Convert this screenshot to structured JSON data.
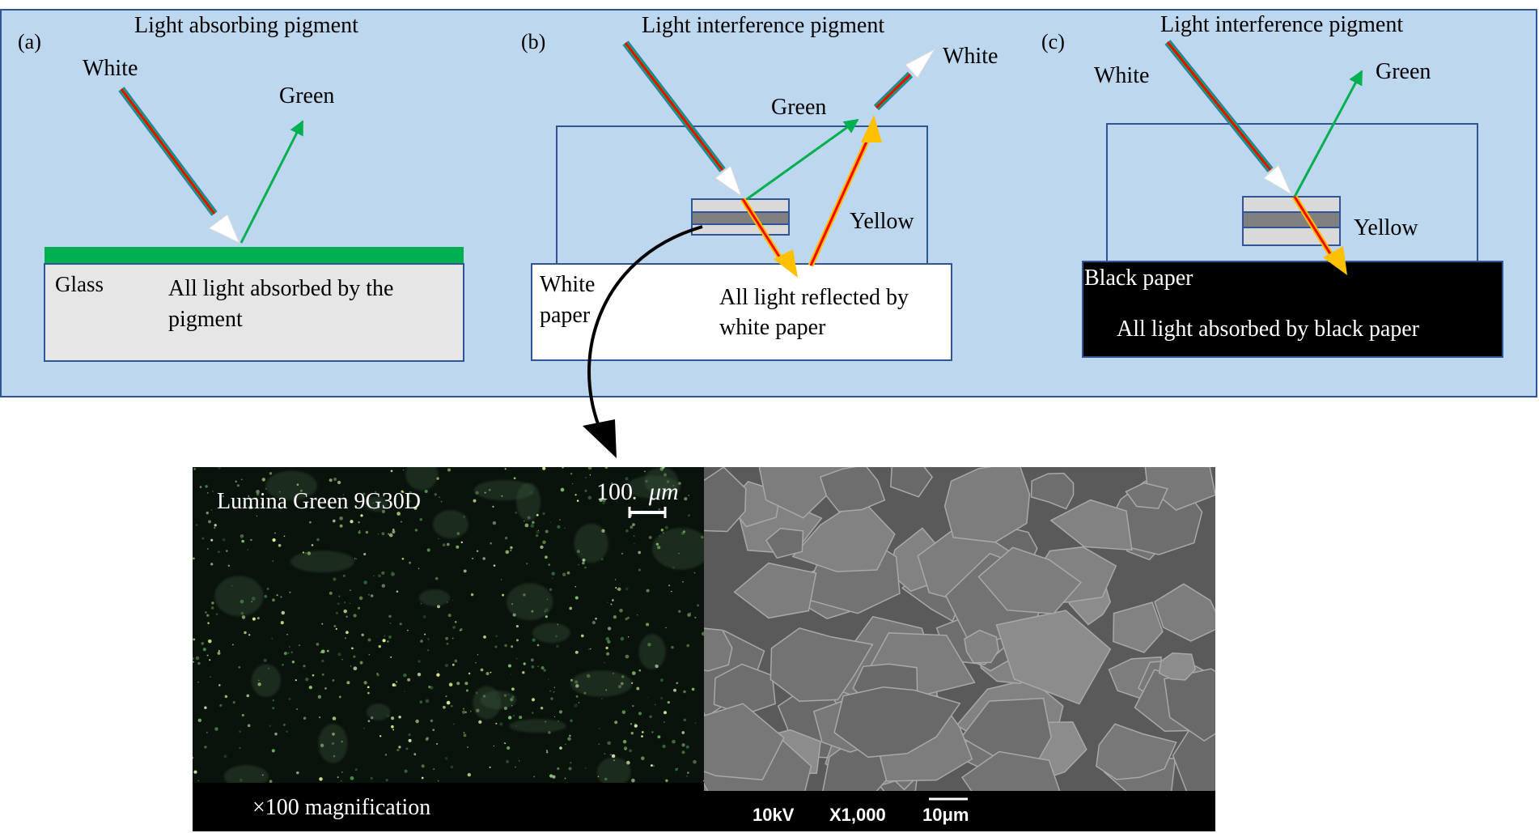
{
  "colors": {
    "panel_bg": "#bdd7ee",
    "panel_border": "#2f5597",
    "green_ray": "#00b050",
    "yellow_ray": "#ffc000",
    "red_ray": "#ff0000",
    "blue_ray": "#2e75b6",
    "glass": "#e7e6e6",
    "pigment_layer": "#00b050",
    "flake_light": "#d9d9d9",
    "flake_dark": "#808080"
  },
  "panel_a": {
    "label": "(a)",
    "title": "Light absorbing pigment",
    "white_label": "White",
    "green_label": "Green",
    "glass_label": "Glass",
    "absorb_text_1": "All light absorbed by the",
    "absorb_text_2": "pigment"
  },
  "panel_b": {
    "label": "(b)",
    "title": "Light interference pigment",
    "white_label": "White",
    "green_label": "Green",
    "yellow_label": "Yellow",
    "paper_label_1": "White",
    "paper_label_2": "paper",
    "reflect_text_1": "All light reflected by",
    "reflect_text_2": "white paper"
  },
  "panel_c": {
    "label": "(c)",
    "title": "Light interference pigment",
    "white_label": "White",
    "green_label": "Green",
    "yellow_label": "Yellow",
    "paper_label": "Black paper",
    "absorb_text": "All light absorbed by black paper"
  },
  "micrograph": {
    "optical_title": "Lumina Green 9G30D",
    "scale_value": "100",
    "scale_unit": "μm",
    "magnification": "×100 magnification",
    "sem_voltage": "10kV",
    "sem_mag": "X1,000",
    "sem_scale": "10μm"
  }
}
